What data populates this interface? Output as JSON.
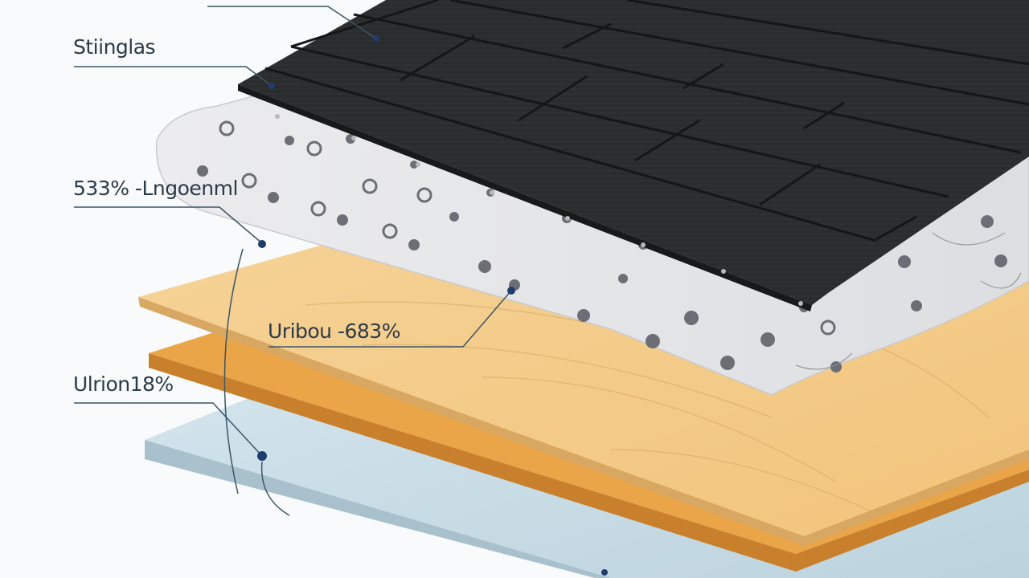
{
  "diagram": {
    "layers": [
      {
        "name": "shingles",
        "fill": "#2a2b2d",
        "line": "#17181a"
      },
      {
        "name": "underlayment",
        "fill": "#e7e8ea",
        "dots": "#6a6e74"
      },
      {
        "name": "deck-board",
        "fill": "#f3ca86",
        "grain": "#d6a861"
      },
      {
        "name": "edge-board",
        "fill": "#e9a447",
        "edge": "#c27b2a"
      },
      {
        "name": "base-slab",
        "fill": "#c8dbe4",
        "edge": "#a8bfcb"
      }
    ],
    "callouts": [
      {
        "text": "Stiinglas",
        "line_color": "#3b5566",
        "dot_color": "#1f3d6b"
      },
      {
        "text": "533% -Lngoenml",
        "line_color": "#3b5566",
        "dot_color": "#1f3d6b"
      },
      {
        "text": "Uribou -683%",
        "line_color": "#3b5566",
        "dot_color": "#1f3d6b"
      },
      {
        "text": "Ulrion18%",
        "line_color": "#3b5566",
        "dot_color": "#1f3d6b"
      }
    ]
  }
}
